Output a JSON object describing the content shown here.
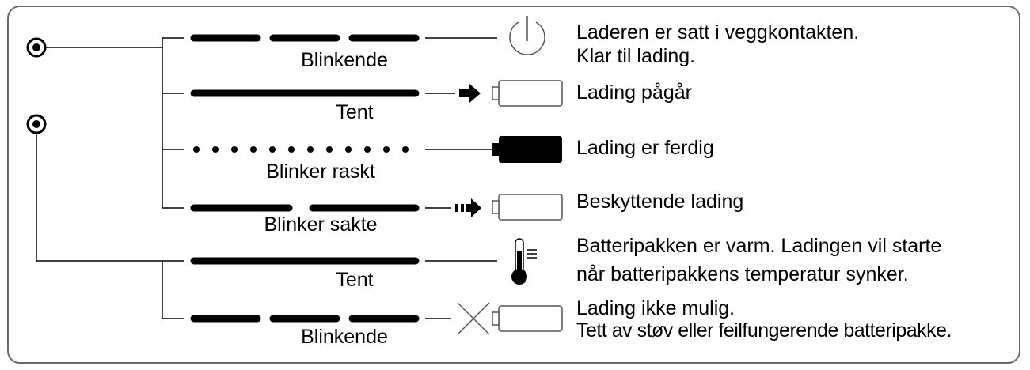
{
  "rows": [
    {
      "pattern": "Blinkende",
      "icon": "power-icon",
      "lines": [
        "Laderen er satt i veggkontakten.",
        "Klar til lading."
      ]
    },
    {
      "pattern": "Tent",
      "icon": "arrow-battery-empty-icon",
      "lines": [
        "Lading pågår"
      ]
    },
    {
      "pattern": "Blinker raskt",
      "icon": "battery-full-icon",
      "lines": [
        "Lading er ferdig"
      ]
    },
    {
      "pattern": "Blinker sakte",
      "icon": "dotted-arrow-battery-icon",
      "lines": [
        "Beskyttende lading"
      ]
    },
    {
      "pattern": "Tent",
      "icon": "thermometer-icon",
      "lines": [
        "Batteripakken er varm. Ladingen vil starte",
        "når batteripakkens temperatur synker."
      ]
    },
    {
      "pattern": "Blinkende",
      "icon": "cross-battery-icon",
      "lines": [
        "Lading ikke mulig.",
        "Tett av støv eller feilfungerende batteripakke."
      ]
    }
  ]
}
